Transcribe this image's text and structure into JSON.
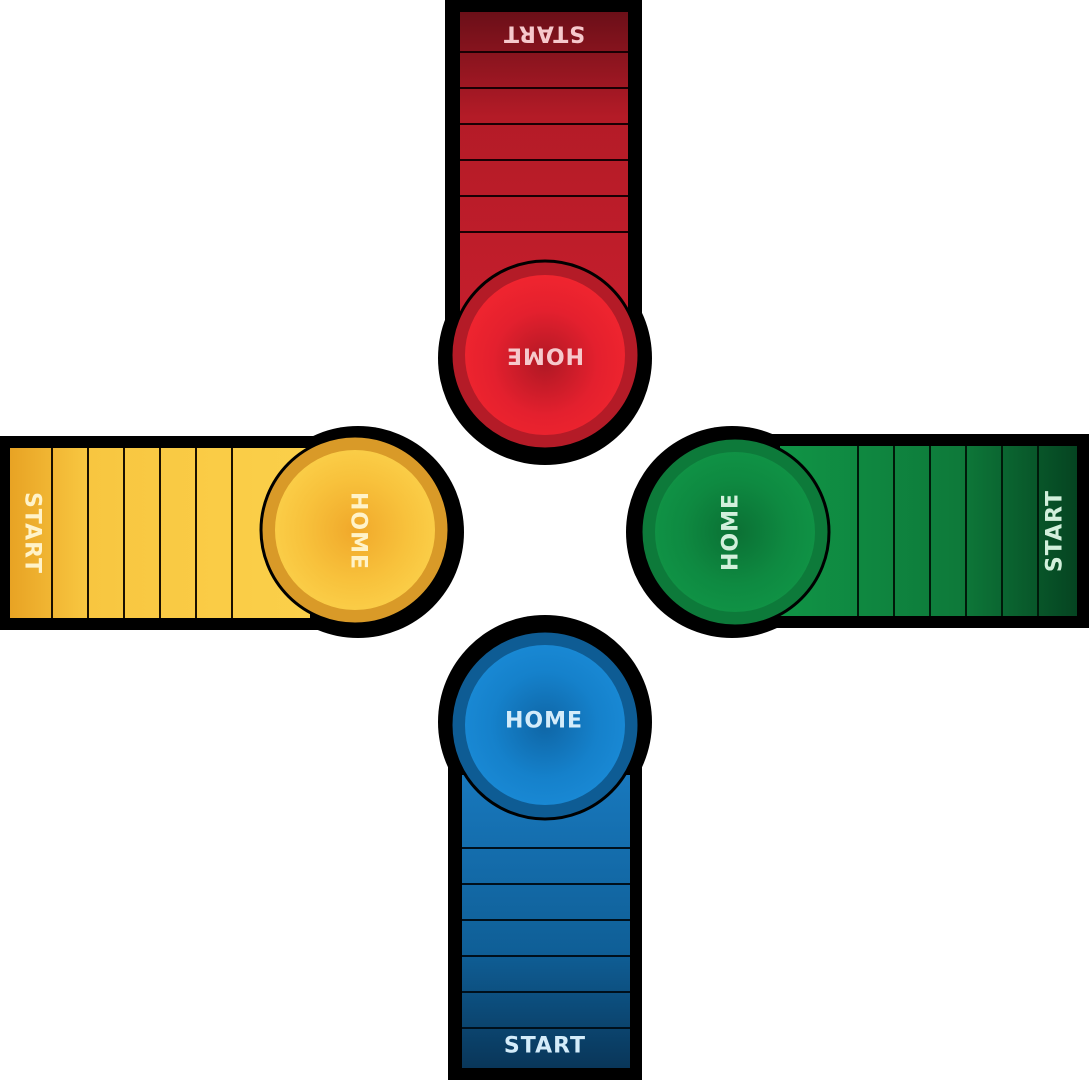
{
  "arms": [
    {
      "id": "red",
      "home_label": "HOME",
      "start_label": "START",
      "colors": {
        "light": "#ee2230",
        "mid": "#c41e2c",
        "dark": "#6b0f18",
        "ring": "#b41b27",
        "label": "#f6c9cc"
      }
    },
    {
      "id": "yellow",
      "home_label": "HOME",
      "start_label": "START",
      "colors": {
        "light": "#fbd045",
        "mid": "#f5c43a",
        "dark": "#e8a324",
        "ring": "#d99a28",
        "label": "#fff3c9"
      }
    },
    {
      "id": "green",
      "home_label": "HOME",
      "start_label": "START",
      "colors": {
        "light": "#109446",
        "mid": "#0f7e3c",
        "dark": "#064a24",
        "ring": "#0d7a3a",
        "label": "#d2f0dc"
      }
    },
    {
      "id": "blue",
      "home_label": "HOME",
      "start_label": "START",
      "colors": {
        "light": "#1a8ad6",
        "mid": "#0f6aa8",
        "dark": "#0a3a60",
        "ring": "#0e5c94",
        "label": "#d4ecfa"
      }
    }
  ]
}
